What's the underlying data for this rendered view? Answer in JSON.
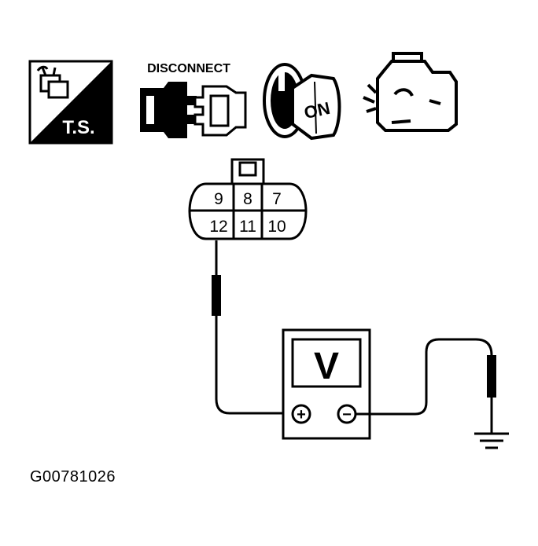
{
  "icons": {
    "ts_label": "T.S.",
    "disconnect_label": "DISCONNECT",
    "ignition_label": "ON"
  },
  "connector": {
    "pins_top": [
      "9",
      "8",
      "7"
    ],
    "pins_bottom": [
      "12",
      "11",
      "10"
    ]
  },
  "meter": {
    "label": "V",
    "positive": "+",
    "negative": "−"
  },
  "figure_id": "G00781026"
}
